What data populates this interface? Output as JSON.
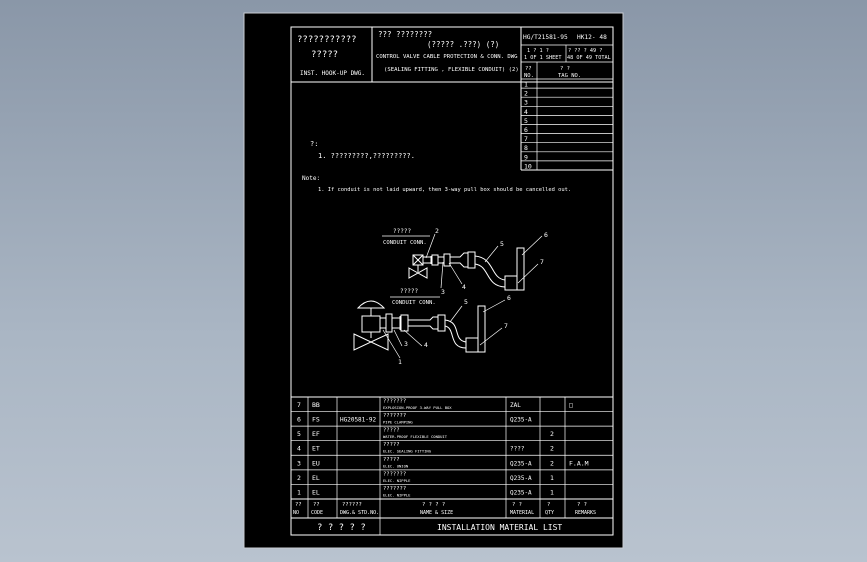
{
  "title_block": {
    "left_top": "???????????",
    "left_mid": "?????",
    "left_bottom": "INST. HOOK-UP DWG.",
    "center_line1": "??? ????????",
    "center_line2": "(?????  .???)  (?)",
    "center_line3": "CONTROL VALVE CABLE PROTECTION & CONN. DWG",
    "center_line4": "(SEALING FITTING , FLEXIBLE CONDUIT) (2)",
    "drawing_no": "HG/T21581-95",
    "sheet_code": "HK12- 48",
    "sheet_of_upper": "1 ?  1 ?",
    "sheet_of_lower": "1 OF 1 SHEET",
    "total_upper": "?  ?? ?  49 ?",
    "total_lower": "48 OF 49 TOTAL"
  },
  "tag_table": {
    "header_no": "??\nNO.",
    "header_tag": "?   ?\nTAG  NO.",
    "rows": [
      "1",
      "2",
      "3",
      "4",
      "5",
      "6",
      "7",
      "8",
      "9",
      "10"
    ]
  },
  "notes": {
    "cn_heading": "?:",
    "cn_line1": "1. ?????????,?????????.",
    "en_heading": "Note:",
    "en_line1": "1. If conduit is not laid upward, then 3-way pull box should be cancelled out."
  },
  "diagram_labels": {
    "top_cn": "?????",
    "top_conduit": "CONDUIT CONN.",
    "bottom_cn": "?????",
    "bottom_conduit": "CONDUIT CONN.",
    "callouts_top": [
      "2",
      "3",
      "4",
      "5",
      "6",
      "7"
    ],
    "callouts_bottom": [
      "1",
      "3",
      "4",
      "5",
      "6",
      "7"
    ]
  },
  "material_list": {
    "rows": [
      {
        "no": "7",
        "code": "BB",
        "std": "",
        "name_cn": "???????",
        "name_en": "EXPLOSION-PROOF 3-WAY PULL BOX",
        "material": "ZAL",
        "qty": "",
        "remark": "□"
      },
      {
        "no": "6",
        "code": "FS",
        "std": "HG20581-92",
        "name_cn": "???????",
        "name_en": "PIPE CLAMPING",
        "material": "Q235-A",
        "qty": "",
        "remark": ""
      },
      {
        "no": "5",
        "code": "EF",
        "std": "",
        "name_cn": "?????",
        "name_en": "WATER-PROOF FLEXIBLE CONDUIT",
        "material": "",
        "qty": "2",
        "remark": ""
      },
      {
        "no": "4",
        "code": "ET",
        "std": "",
        "name_cn": "?????",
        "name_en": "ELEC. SEALING FITTING",
        "material": "????",
        "qty": "2",
        "remark": ""
      },
      {
        "no": "3",
        "code": "EU",
        "std": "",
        "name_cn": "?????",
        "name_en": "ELEC. UNION",
        "material": "Q235-A",
        "qty": "2",
        "remark": "F.A.M"
      },
      {
        "no": "2",
        "code": "EL",
        "std": "",
        "name_cn": "???????",
        "name_en": "ELEC. NIPPLE",
        "material": "Q235-A",
        "qty": "1",
        "remark": ""
      },
      {
        "no": "1",
        "code": "EL",
        "std": "",
        "name_cn": "???????",
        "name_en": "ELEC. NIPPLE",
        "material": "Q235-A",
        "qty": "1",
        "remark": ""
      }
    ],
    "header": {
      "no": "??\nNO",
      "code": "??\nCODE",
      "std": "??????\nDWG.& STD.NO.",
      "name": "?  ?  ?  ?\nNAME & SIZE",
      "material": "?  ?\nMATERIAL",
      "qty": "?\nQTY",
      "remarks": "?  ?\nREMARKS"
    },
    "footer_cn": "?  ?  ?  ?  ?",
    "footer_en": "INSTALLATION  MATERIAL  LIST"
  },
  "colors": {
    "sheet_bg": "#000000",
    "line": "#ffffff",
    "backdrop": "#9aa6b6"
  }
}
